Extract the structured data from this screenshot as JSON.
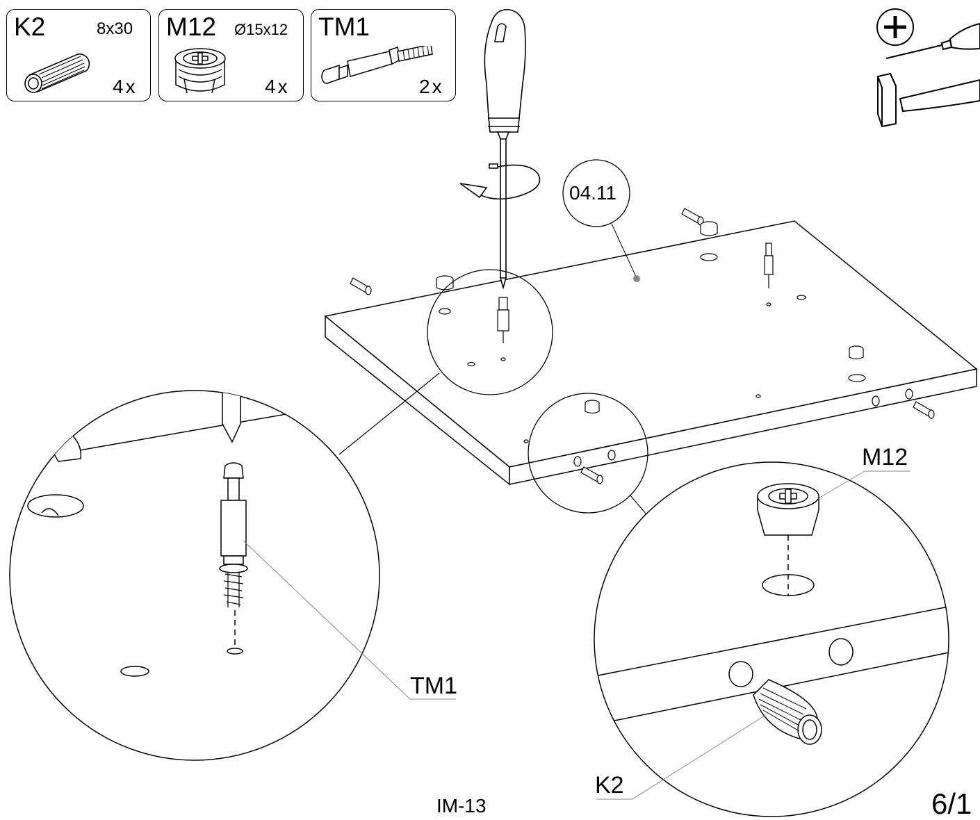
{
  "parts": [
    {
      "code": "K2",
      "size": "8x30",
      "quantity": "4x",
      "icon": "dowel-icon"
    },
    {
      "code": "M12",
      "size": "Ø15x12",
      "quantity": "4x",
      "icon": "cam-lock-icon"
    },
    {
      "code": "TM1",
      "size": "",
      "quantity": "2x",
      "icon": "cam-bolt-icon"
    }
  ],
  "tools": [
    "phillips-screwdriver-icon",
    "hammer-icon"
  ],
  "panel_id": "04.11",
  "callouts": {
    "tm1": "TM1",
    "m12": "M12",
    "k2": "K2"
  },
  "footer": {
    "model": "IM-13",
    "page": "6/1"
  }
}
